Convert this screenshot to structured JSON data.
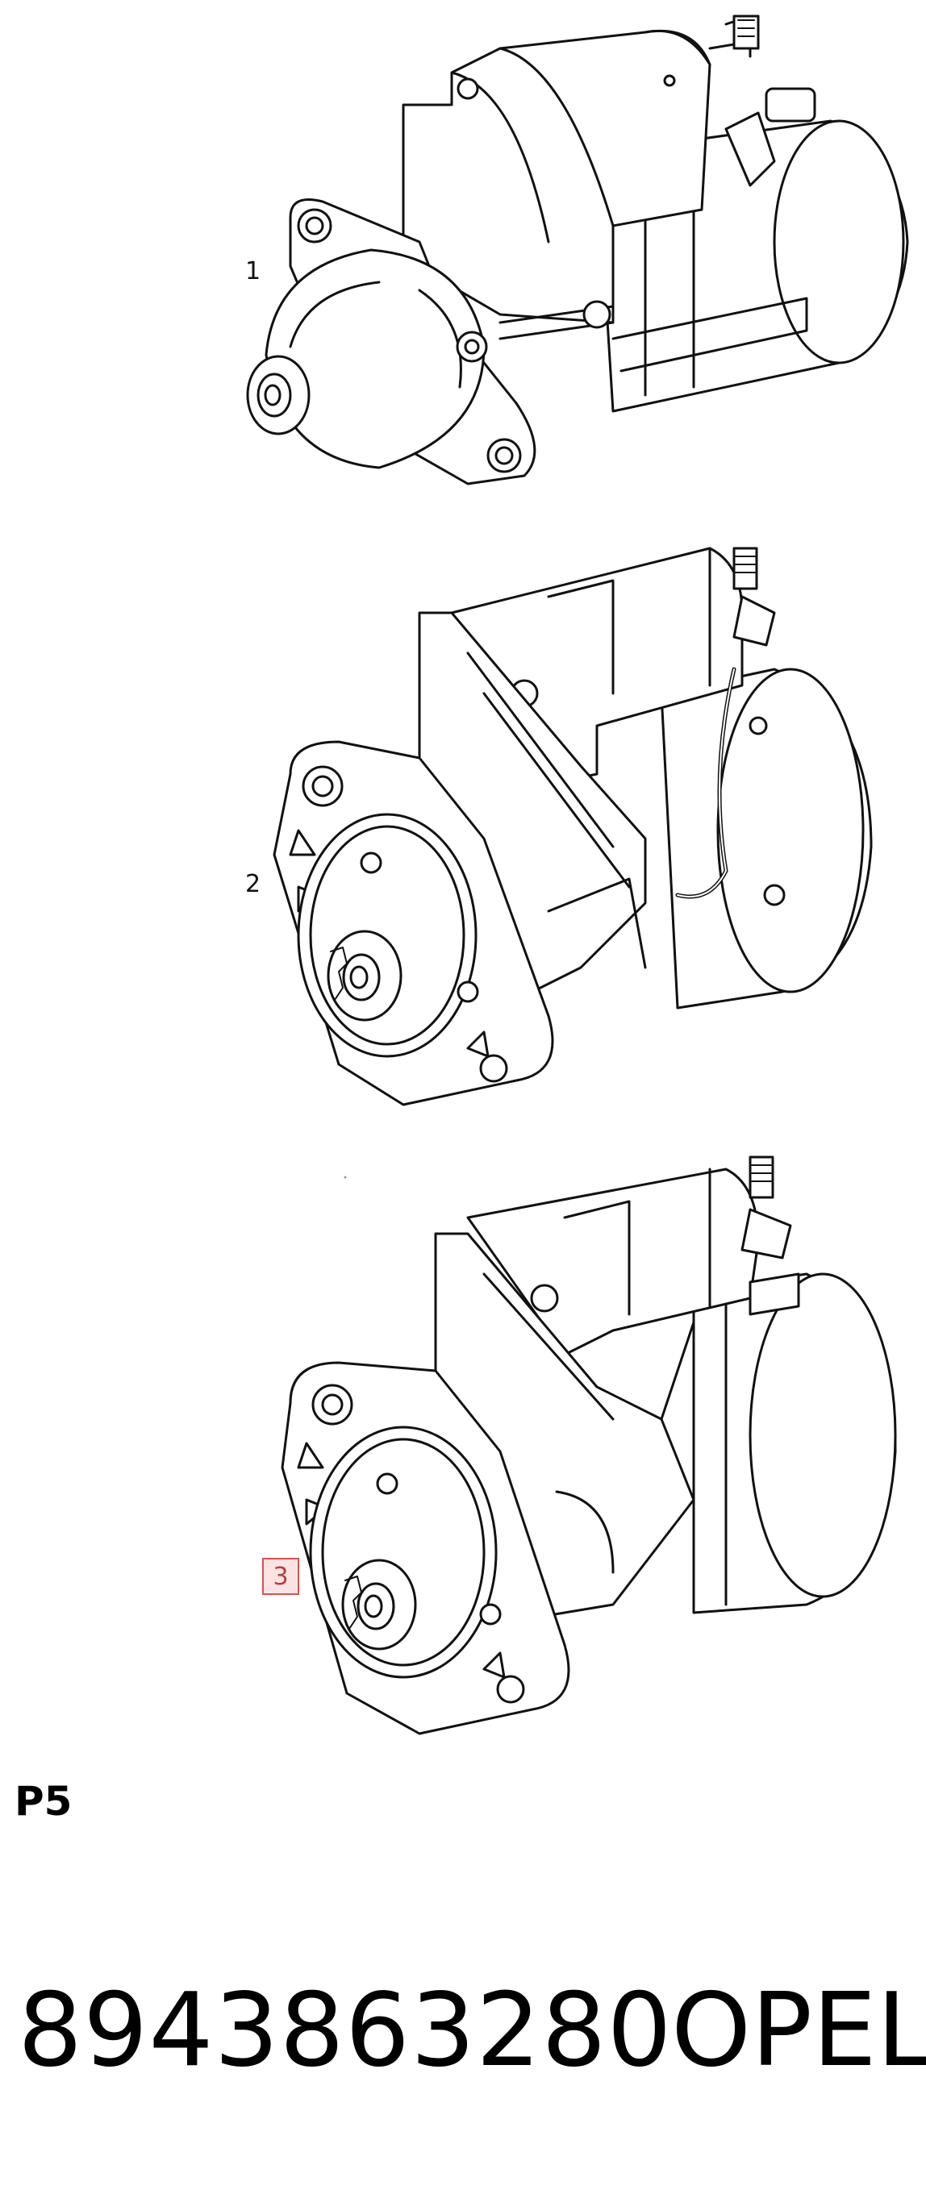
{
  "callouts": {
    "item1": "1",
    "item2": "2",
    "item3": "3"
  },
  "page_code": "P5",
  "part_number": "8943863280",
  "brand": "OPEL",
  "colors": {
    "line": "#111111",
    "highlight_border": "#d9534f",
    "highlight_fill": "#fbe3e3"
  }
}
